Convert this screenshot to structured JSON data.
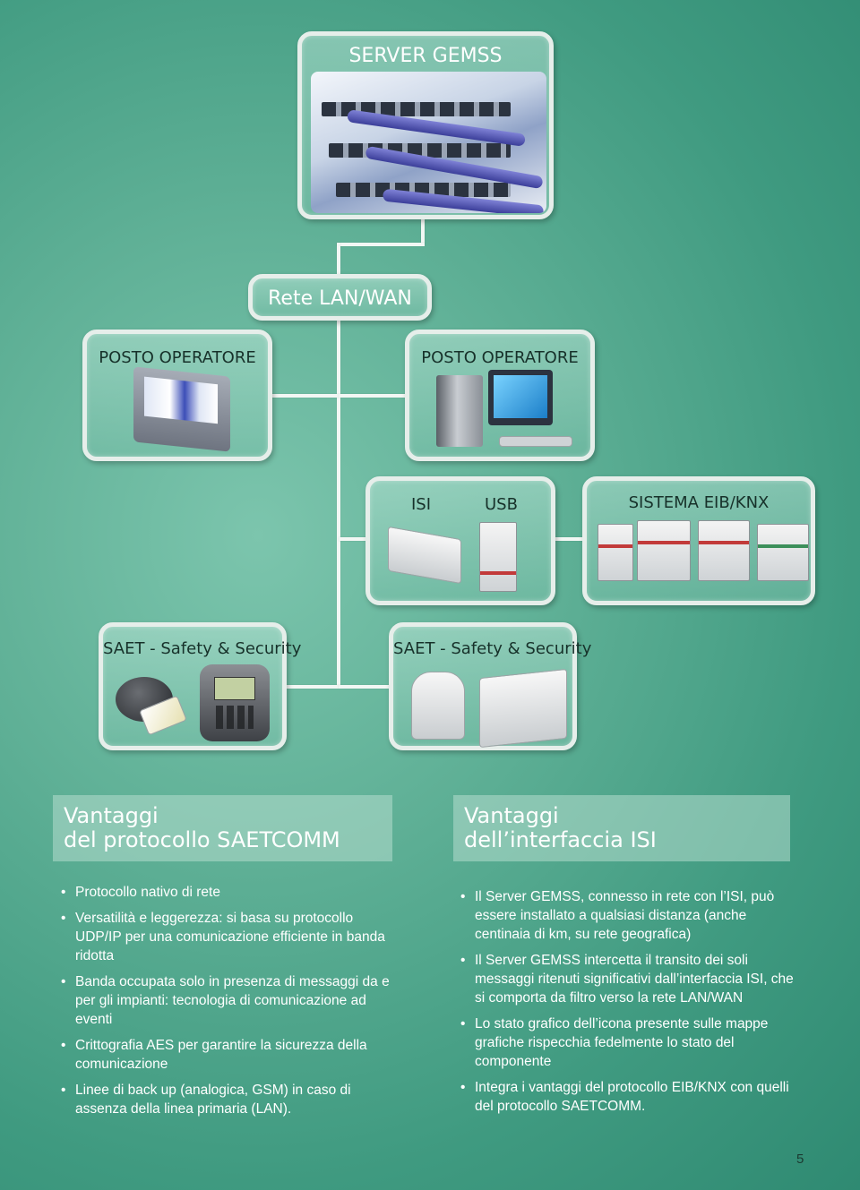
{
  "diagram": {
    "server_title": "SERVER GEMSS",
    "network_title": "Rete LAN/WAN",
    "operator_left_title": "POSTO OPERATORE",
    "operator_right_title": "POSTO OPERATORE",
    "isi_label": "ISI",
    "usb_label": "USB",
    "eib_title": "SISTEMA EIB/KNX",
    "saet_left_title": "SAET - Safety & Security",
    "saet_right_title": "SAET - Safety & Security"
  },
  "left_section": {
    "heading_line1": "Vantaggi",
    "heading_line2": "del protocollo SAETCOMM",
    "items": [
      "Protocollo nativo di rete",
      "Versatilità e leggerezza: si basa su protocollo UDP/IP per una comunicazione efficiente in banda ridotta",
      "Banda occupata solo in presenza di messaggi da e per gli impianti: tecnologia di comunicazione ad eventi",
      "Crittografia AES per garantire la sicurezza della comunicazione",
      "Linee di back up (analogica, GSM) in caso di assenza della linea primaria (LAN)."
    ]
  },
  "right_section": {
    "heading_line1": "Vantaggi",
    "heading_line2": "dell’interfaccia ISI",
    "items": [
      "Il Server GEMSS, connesso in rete con l’ISI, può essere installato a qualsiasi distanza (anche centinaia di km, su rete geografica)",
      "Il Server GEMSS intercetta il transito dei soli messaggi ritenuti significativi dall’interfaccia ISI, che si comporta da filtro verso la rete LAN/WAN",
      "Lo stato grafico dell’icona presente sulle mappe grafiche rispecchia fedelmente lo stato del componente",
      "Integra i vantaggi del protocollo EIB/KNX con quelli del protocollo SAETCOMM."
    ]
  },
  "page_number": "5"
}
